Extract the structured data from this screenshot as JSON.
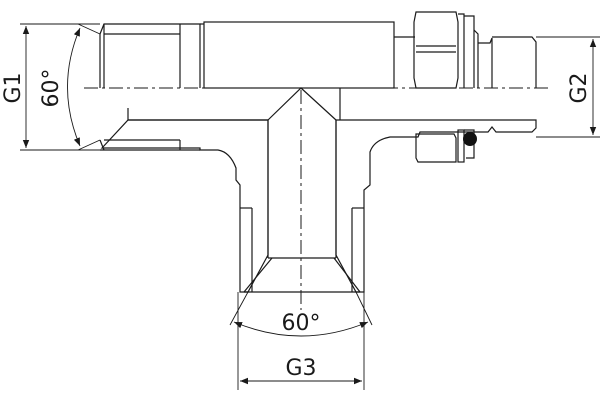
{
  "diagram": {
    "type": "technical-drawing",
    "subject": "tee fitting cross-section",
    "labels": {
      "g1": "G1",
      "g2": "G2",
      "g3": "G3",
      "angle_left": "60°",
      "angle_bottom": "60°"
    },
    "colors": {
      "line": "#1a1a1a",
      "background": "#ffffff",
      "oring": "#111111"
    }
  }
}
